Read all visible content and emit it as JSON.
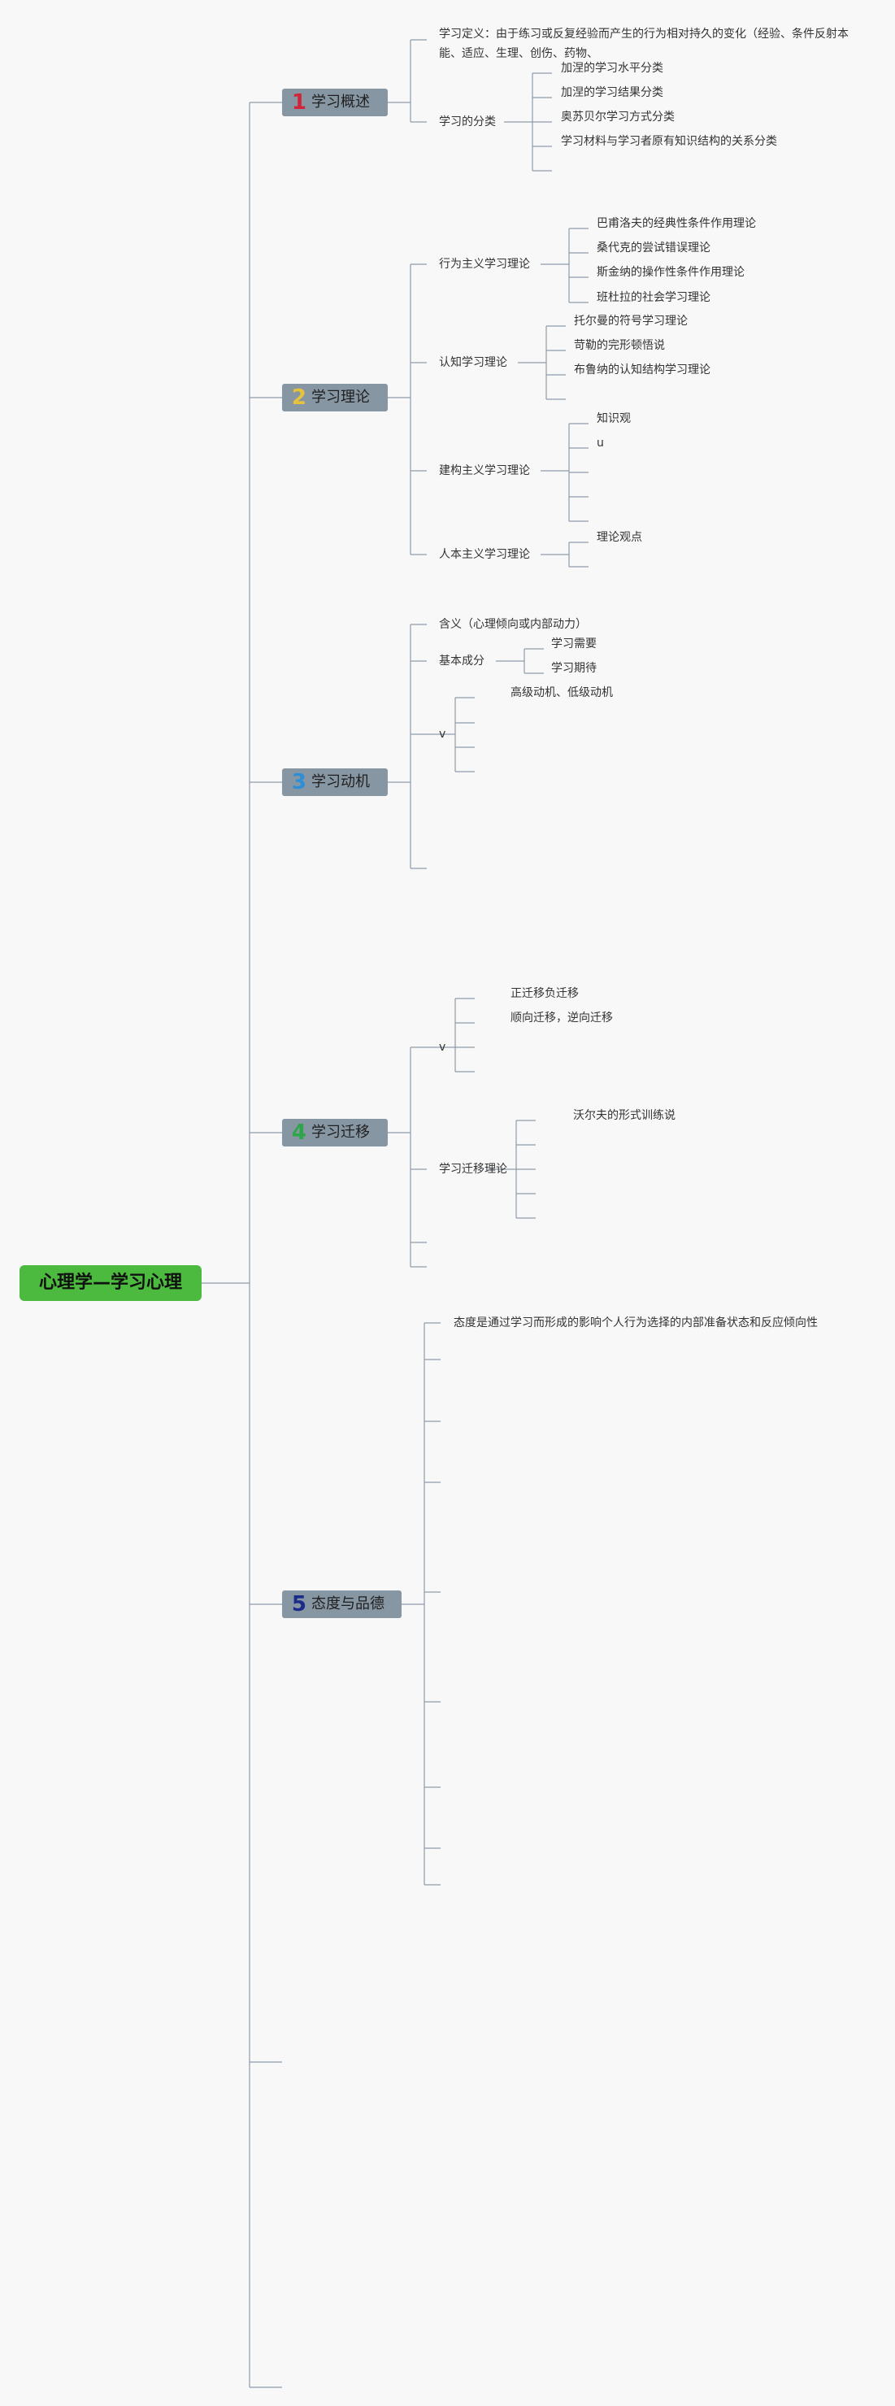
{
  "root": "心理学—学习心理",
  "colors": {
    "root": "#4cba3e",
    "topic": "#8796a3",
    "line": "#8e9aab"
  },
  "topics": [
    {
      "num": "1",
      "num_color": "#d0243b",
      "label": "学习概述",
      "children": [
        {
          "text": "学习定义：由于练习或反复经验而产生的行为相对持久的变化（经验、条件反射本能、适应、生理、创伤、药物、"
        },
        {
          "text": "学习的分类",
          "children": [
            "加涅的学习水平分类",
            "加涅的学习结果分类",
            "奥苏贝尔学习方式分类",
            "学习材料与学习者原有知识结构的关系分类",
            ""
          ]
        }
      ]
    },
    {
      "num": "2",
      "num_color": "#e6c33a",
      "label": "学习理论",
      "children": [
        {
          "text": "行为主义学习理论",
          "children": [
            "巴甫洛夫的经典性条件作用理论",
            "桑代克的尝试错误理论",
            "斯金纳的操作性条件作用理论",
            "班杜拉的社会学习理论"
          ]
        },
        {
          "text": "认知学习理论",
          "children": [
            "托尔曼的符号学习理论",
            "苛勒的完形顿悟说",
            "布鲁纳的认知结构学习理论",
            ""
          ]
        },
        {
          "text": "建构主义学习理论",
          "children": [
            "知识观",
            "u",
            "",
            "",
            ""
          ]
        },
        {
          "text": "人本主义学习理论",
          "children": [
            "理论观点",
            ""
          ]
        }
      ]
    },
    {
      "num": "3",
      "num_color": "#2f8fd6",
      "label": "学习动机",
      "children": [
        {
          "text": "含义（心理倾向或内部动力）"
        },
        {
          "text": "基本成分",
          "children": [
            "学习需要",
            "学习期待"
          ]
        },
        {
          "text": "v",
          "children": [
            "高级动机、低级动机",
            "",
            "",
            ""
          ]
        },
        {
          "text": ""
        }
      ]
    },
    {
      "num": "4",
      "num_color": "#2fa54a",
      "label": "学习迁移",
      "children": [
        {
          "text": "v",
          "children": [
            "正迁移负迁移",
            "顺向迁移，逆向迁移",
            "",
            ""
          ]
        },
        {
          "text": "学习迁移理论",
          "children": [
            "沃尔夫的形式训练说",
            "",
            "",
            "",
            ""
          ]
        },
        {
          "text": ""
        },
        {
          "text": ""
        }
      ]
    },
    {
      "num": "5",
      "num_color": "#1a2b8a",
      "label": "态度与品德",
      "children": [
        {
          "text": "态度是通过学习而形成的影响个人行为选择的内部准备状态和反应倾向性"
        },
        {
          "text": ""
        },
        {
          "text": ""
        },
        {
          "text": ""
        },
        {
          "text": ""
        },
        {
          "text": ""
        },
        {
          "text": ""
        },
        {
          "text": ""
        },
        {
          "text": ""
        }
      ]
    }
  ],
  "empty_branches": 2
}
